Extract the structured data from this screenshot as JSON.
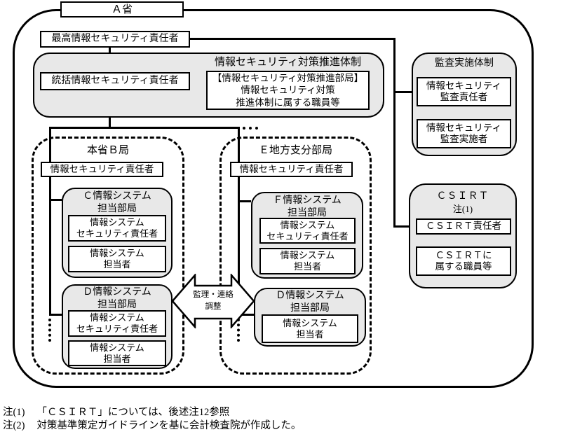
{
  "colors": {
    "panel_gray": "#e8e8e8",
    "line_black": "#000000"
  },
  "org": {
    "ministry": "Ａ省",
    "ciso": "最高情報セキュリティ責任者",
    "promotion": {
      "title": "情報セキュリティ対策推進体制",
      "chief": "統括情報セキュリティ責任者",
      "dept": {
        "l1": "【情報セキュリティ対策推進部局】",
        "l2": "情報セキュリティ対策",
        "l3": "推進体制に属する職員等"
      }
    },
    "audit": {
      "title": "監査実施体制",
      "responsible": {
        "l1": "情報セキュリティ",
        "l2": "監査責任者"
      },
      "implementer": {
        "l1": "情報セキュリティ",
        "l2": "監査実施者"
      }
    },
    "csirt": {
      "title": "ＣＳＩＲＴ",
      "note": "注(1)",
      "responsible": "ＣＳＩＲＴ責任者",
      "staff": {
        "l1": "ＣＳＩＲＴに",
        "l2": "属する職員等"
      }
    },
    "b_bureau": {
      "title": "本省Ｂ局",
      "responsible": "情報セキュリティ責任者",
      "c_dept": {
        "title": {
          "l1": "Ｃ情報システム",
          "l2": "担当部局"
        },
        "sec": {
          "l1": "情報システム",
          "l2": "セキュリティ責任者"
        },
        "staff": {
          "l1": "情報システム",
          "l2": "担当者"
        }
      },
      "d_dept": {
        "title": {
          "l1": "Ｄ情報システム",
          "l2": "担当部局"
        },
        "sec": {
          "l1": "情報システム",
          "l2": "セキュリティ責任者"
        },
        "staff": {
          "l1": "情報システム",
          "l2": "担当者"
        }
      }
    },
    "e_bureau": {
      "title": "Ｅ地方支分部局",
      "responsible": "情報セキュリティ責任者",
      "f_dept": {
        "title": {
          "l1": "Ｆ情報システム",
          "l2": "担当部局"
        },
        "sec": {
          "l1": "情報システム",
          "l2": "セキュリティ責任者"
        },
        "staff": {
          "l1": "情報システム",
          "l2": "担当者"
        }
      },
      "d_dept": {
        "title": {
          "l1": "Ｄ情報システム",
          "l2": "担当部局"
        },
        "staff": {
          "l1": "情報システム",
          "l2": "担当者"
        }
      }
    },
    "arrow": {
      "l1": "監理・連絡",
      "l2": "調整"
    }
  },
  "notes": [
    {
      "ref": "注(1)",
      "text": "「ＣＳＩＲＴ」については、後述注12参照"
    },
    {
      "ref": "注(2)",
      "text": "対策基準策定ガイドラインを基に会計検査院が作成した。"
    }
  ]
}
